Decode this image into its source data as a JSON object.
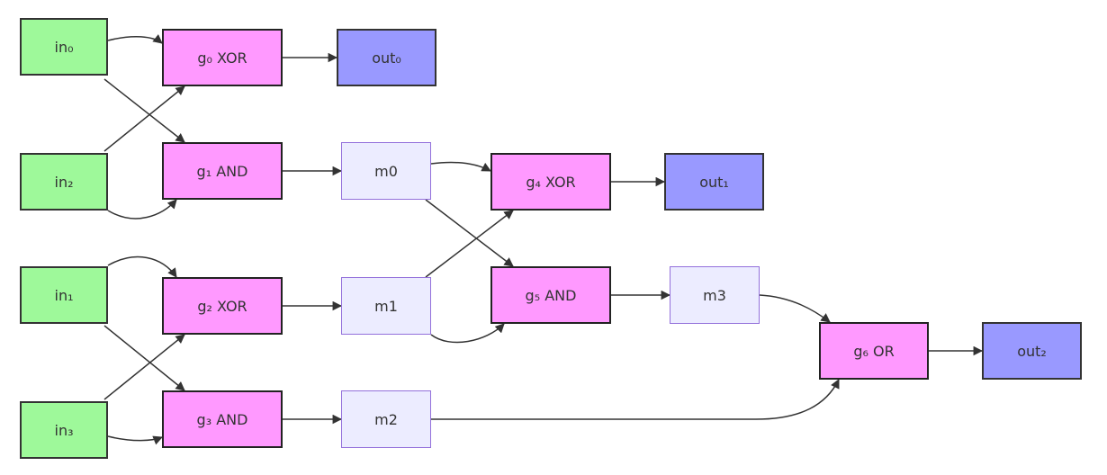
{
  "diagram": {
    "nodes": [
      {
        "id": "in0",
        "kind": "input",
        "label": "in₀"
      },
      {
        "id": "in2",
        "kind": "input",
        "label": "in₂"
      },
      {
        "id": "in1",
        "kind": "input",
        "label": "in₁"
      },
      {
        "id": "in3",
        "kind": "input",
        "label": "in₃"
      },
      {
        "id": "g0",
        "kind": "gate",
        "label": "g₀ XOR"
      },
      {
        "id": "g1",
        "kind": "gate",
        "label": "g₁ AND"
      },
      {
        "id": "g2",
        "kind": "gate",
        "label": "g₂ XOR"
      },
      {
        "id": "g3",
        "kind": "gate",
        "label": "g₃ AND"
      },
      {
        "id": "g4",
        "kind": "gate",
        "label": "g₄ XOR"
      },
      {
        "id": "g5",
        "kind": "gate",
        "label": "g₅ AND"
      },
      {
        "id": "g6",
        "kind": "gate",
        "label": "g₆ OR"
      },
      {
        "id": "m0",
        "kind": "mid",
        "label": "m0"
      },
      {
        "id": "m1",
        "kind": "mid",
        "label": "m1"
      },
      {
        "id": "m2",
        "kind": "mid",
        "label": "m2"
      },
      {
        "id": "m3",
        "kind": "mid",
        "label": "m3"
      },
      {
        "id": "out0",
        "kind": "output",
        "label": "out₀"
      },
      {
        "id": "out1",
        "kind": "output",
        "label": "out₁"
      },
      {
        "id": "out2",
        "kind": "output",
        "label": "out₂"
      }
    ],
    "edges": [
      {
        "from": "in0",
        "to": "g0"
      },
      {
        "from": "in0",
        "to": "g1"
      },
      {
        "from": "in2",
        "to": "g0"
      },
      {
        "from": "in2",
        "to": "g1"
      },
      {
        "from": "g0",
        "to": "out0"
      },
      {
        "from": "g1",
        "to": "m0"
      },
      {
        "from": "in1",
        "to": "g2"
      },
      {
        "from": "in1",
        "to": "g3"
      },
      {
        "from": "in3",
        "to": "g2"
      },
      {
        "from": "in3",
        "to": "g3"
      },
      {
        "from": "g2",
        "to": "m1"
      },
      {
        "from": "g3",
        "to": "m2"
      },
      {
        "from": "m0",
        "to": "g4"
      },
      {
        "from": "m0",
        "to": "g5"
      },
      {
        "from": "m1",
        "to": "g4"
      },
      {
        "from": "m1",
        "to": "g5"
      },
      {
        "from": "g4",
        "to": "out1"
      },
      {
        "from": "g5",
        "to": "m3"
      },
      {
        "from": "m3",
        "to": "g6"
      },
      {
        "from": "m2",
        "to": "g6"
      },
      {
        "from": "g6",
        "to": "out2"
      }
    ],
    "colors": {
      "input": "#9ef99a",
      "gate": "#ff99ff",
      "output": "#9999ff",
      "intermediate": "#ececff",
      "intermediate_border": "#9370db",
      "edge": "#333333"
    }
  }
}
